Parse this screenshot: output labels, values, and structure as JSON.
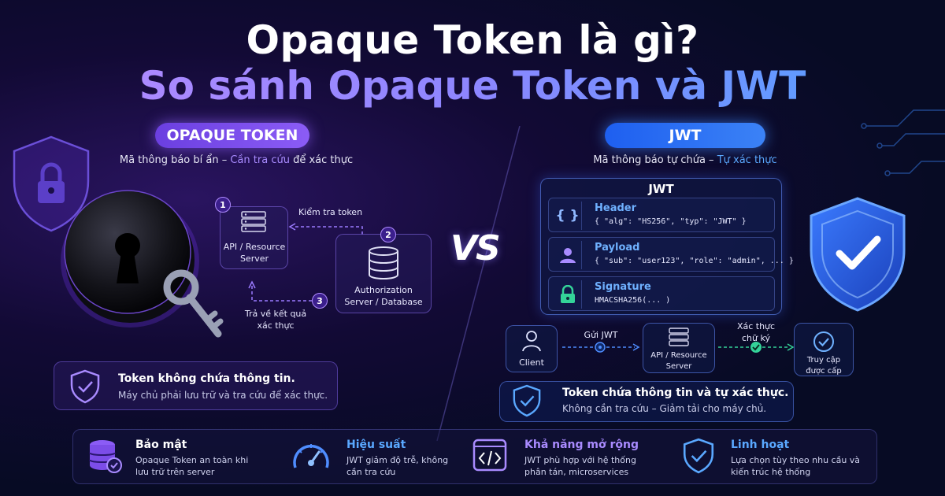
{
  "title": {
    "line1": "Opaque Token là gì?",
    "line2": "So sánh Opaque Token và JWT"
  },
  "vs": "VS",
  "opaque": {
    "pill": "OPAQUE TOKEN",
    "subtitle_a": "Mã thông báo bí ẩn – ",
    "subtitle_b": "Cần tra cứu",
    "subtitle_c": " để xác thực",
    "step1_num": "1",
    "step1_label": "API / Resource Server",
    "step2_num": "2",
    "step2_label": "Authorization Server / Database",
    "step3_num": "3",
    "check_label": "Kiểm tra token",
    "return_label": "Trả về kết quả xác thực",
    "info_title": "Token không chứa thông tin.",
    "info_text": "Máy chủ phải lưu trữ và tra cứu để xác thực."
  },
  "jwt": {
    "pill": "JWT",
    "subtitle_a": "Mã thông báo tự chứa – ",
    "subtitle_b": "Tự xác thực",
    "card_title": "JWT",
    "rows": [
      {
        "label": "Header",
        "value": "{ \"alg\": \"HS256\", \"typ\": \"JWT\" }"
      },
      {
        "label": "Payload",
        "value": "{ \"sub\": \"user123\", \"role\": \"admin\", ... }"
      },
      {
        "label": "Signature",
        "value": "HMACSHA256(... )"
      }
    ],
    "flow": {
      "client": "Client",
      "send": "Gửi JWT",
      "server": "API / Resource Server",
      "verify": "Xác thực chữ ký",
      "access": "Truy cập được cấp"
    },
    "info_title": "Token chứa thông tin và tự xác thực.",
    "info_text": "Không cần tra cứu – Giảm tải cho máy chủ."
  },
  "features": [
    {
      "title": "Bảo mật",
      "text": "Opaque Token an toàn khi lưu trữ trên server",
      "icon": "database-check-icon"
    },
    {
      "title": "Hiệu suất",
      "text": "JWT giảm độ trễ, không cần tra cứu",
      "icon": "speedometer-icon"
    },
    {
      "title": "Khả năng mở rộng",
      "text": "JWT phù hợp với hệ thống phân tán, microservices",
      "icon": "code-icon"
    },
    {
      "title": "Linh hoạt",
      "text": "Lựa chọn tùy theo nhu cầu và kiến trúc hệ thống",
      "icon": "shield-check-icon"
    }
  ],
  "colors": {
    "purple": "#8b5cf6",
    "blue": "#3b82f6",
    "green": "#34d399"
  }
}
